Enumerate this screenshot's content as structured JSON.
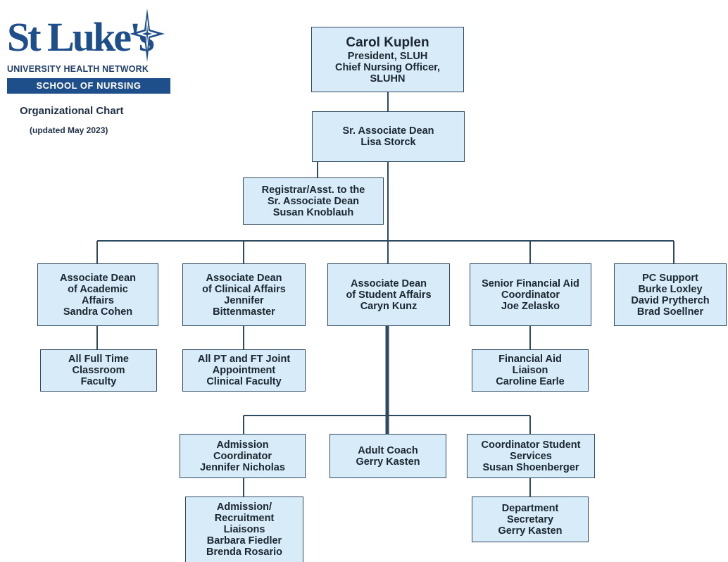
{
  "header": {
    "logo_word": "St Luke's",
    "network": "UNIVERSITY HEALTH NETWORK",
    "school": "SCHOOL OF NURSING",
    "chart_title": "Organizational  Chart",
    "updated": "(updated May 2023)"
  },
  "nodes": {
    "president": [
      "Carol Kuplen",
      "President, SLUH",
      "Chief Nursing Officer,",
      "SLUHN"
    ],
    "sr_assoc_dean": [
      "Sr. Associate Dean",
      "Lisa Storck"
    ],
    "registrar": [
      "Registrar/Asst. to the",
      "Sr. Associate Dean",
      "Susan Knoblauh"
    ],
    "academic_dean": [
      "Associate Dean",
      "of Academic",
      "Affairs",
      "Sandra Cohen"
    ],
    "clinical_dean": [
      "Associate Dean",
      "of Clinical Affairs",
      "Jennifer",
      "Bittenmaster"
    ],
    "student_dean": [
      "Associate Dean",
      "of Student Affairs",
      "Caryn Kunz"
    ],
    "financial_aid": [
      "Senior Financial Aid",
      "Coordinator",
      "Joe Zelasko"
    ],
    "pc_support": [
      "PC Support",
      "Burke Loxley",
      "David Prytherch",
      "Brad Soellner"
    ],
    "classroom_faculty": [
      "All  Full Time",
      "Classroom",
      "Faculty"
    ],
    "clinical_faculty": [
      "All  PT and FT Joint",
      "Appointment",
      "Clinical Faculty"
    ],
    "fa_liaison": [
      "Financial Aid",
      "Liaison",
      "Caroline Earle"
    ],
    "admission_coord": [
      "Admission",
      "Coordinator",
      "Jennifer Nicholas"
    ],
    "adult_coach": [
      "Adult Coach",
      "Gerry Kasten"
    ],
    "coord_student_services": [
      "Coordinator Student",
      "Services",
      "Susan Shoenberger"
    ],
    "recruitment_liaisons": [
      "Admission/",
      "Recruitment",
      "Liaisons",
      "Barbara Fiedler",
      "Brenda Rosario"
    ],
    "dept_secretary": [
      "Department",
      "Secretary",
      "Gerry Kasten"
    ]
  }
}
